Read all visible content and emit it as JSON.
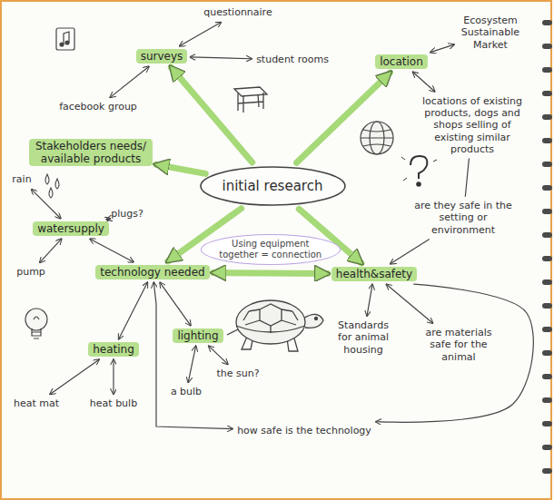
{
  "diagram": {
    "nodes": [
      {
        "text": [
          "initial research"
        ]
      },
      {
        "text": [
          "surveys"
        ]
      },
      {
        "text": [
          "questionnaire"
        ]
      },
      {
        "text": [
          "student rooms"
        ]
      },
      {
        "text": [
          "facebook group"
        ]
      },
      {
        "text": [
          "location"
        ]
      },
      {
        "text": [
          "Ecosystem Sustainable Market"
        ]
      },
      {
        "text": [
          "locations of existing products, dogs and shops selling of existing similar products"
        ]
      },
      {
        "text": [
          "Stakeholders needs/ available products"
        ]
      },
      {
        "text": [
          "are they safe in the setting or environment"
        ]
      },
      {
        "text": [
          "technology needed"
        ]
      },
      {
        "text": [
          "health&safety"
        ]
      },
      {
        "text": [
          "Standards for animal housing"
        ]
      },
      {
        "text": [
          "are materials safe for the animal"
        ]
      },
      {
        "text": [
          "how safe is the technology"
        ]
      },
      {
        "text": [
          "watersupply"
        ]
      },
      {
        "text": [
          "rain"
        ]
      },
      {
        "text": [
          "plugs?"
        ]
      },
      {
        "text": [
          "pump"
        ]
      },
      {
        "text": [
          "heating"
        ]
      },
      {
        "text": [
          "lighting"
        ]
      },
      {
        "text": [
          "heat mat"
        ]
      },
      {
        "text": [
          "heat bulb"
        ]
      },
      {
        "text": [
          "a bulb"
        ]
      },
      {
        "text": [
          "the sun?"
        ]
      }
    ],
    "edges": [
      {
        "from": 0,
        "to": 1,
        "arrow": "to"
      },
      {
        "from": 0,
        "to": 5,
        "arrow": "to"
      },
      {
        "from": 0,
        "to": 8,
        "arrow": "to"
      },
      {
        "from": 0,
        "to": 10,
        "arrow": "to"
      },
      {
        "from": 0,
        "to": 11,
        "arrow": "to"
      },
      {
        "from": 10,
        "to": 11,
        "label": "Using equipment together = connection",
        "arrow": "both"
      },
      {
        "from": 1,
        "to": 2,
        "arrow": "both"
      },
      {
        "from": 1,
        "to": 3,
        "arrow": "both"
      },
      {
        "from": 1,
        "to": 4,
        "arrow": "both"
      },
      {
        "from": 5,
        "to": 6,
        "arrow": "both"
      },
      {
        "from": 5,
        "to": 7,
        "arrow": "both"
      },
      {
        "from": 7,
        "to": 9,
        "arrow": "none"
      },
      {
        "from": 9,
        "to": 11,
        "arrow": "to"
      },
      {
        "from": 11,
        "to": 12,
        "arrow": "both"
      },
      {
        "from": 11,
        "to": 13,
        "arrow": "both"
      },
      {
        "from": 11,
        "to": 14,
        "arrow": "to"
      },
      {
        "from": 10,
        "to": 14,
        "arrow": "both"
      },
      {
        "from": 10,
        "to": 15,
        "arrow": "both"
      },
      {
        "from": 15,
        "to": 16,
        "arrow": "both"
      },
      {
        "from": 15,
        "to": 17,
        "arrow": "both"
      },
      {
        "from": 15,
        "to": 18,
        "arrow": "both"
      },
      {
        "from": 10,
        "to": 19,
        "arrow": "both"
      },
      {
        "from": 10,
        "to": 20,
        "arrow": "both"
      },
      {
        "from": 19,
        "to": 21,
        "arrow": "both"
      },
      {
        "from": 19,
        "to": 22,
        "arrow": "both"
      },
      {
        "from": 20,
        "to": 23,
        "arrow": "both"
      },
      {
        "from": 20,
        "to": 24,
        "arrow": "both"
      }
    ]
  }
}
